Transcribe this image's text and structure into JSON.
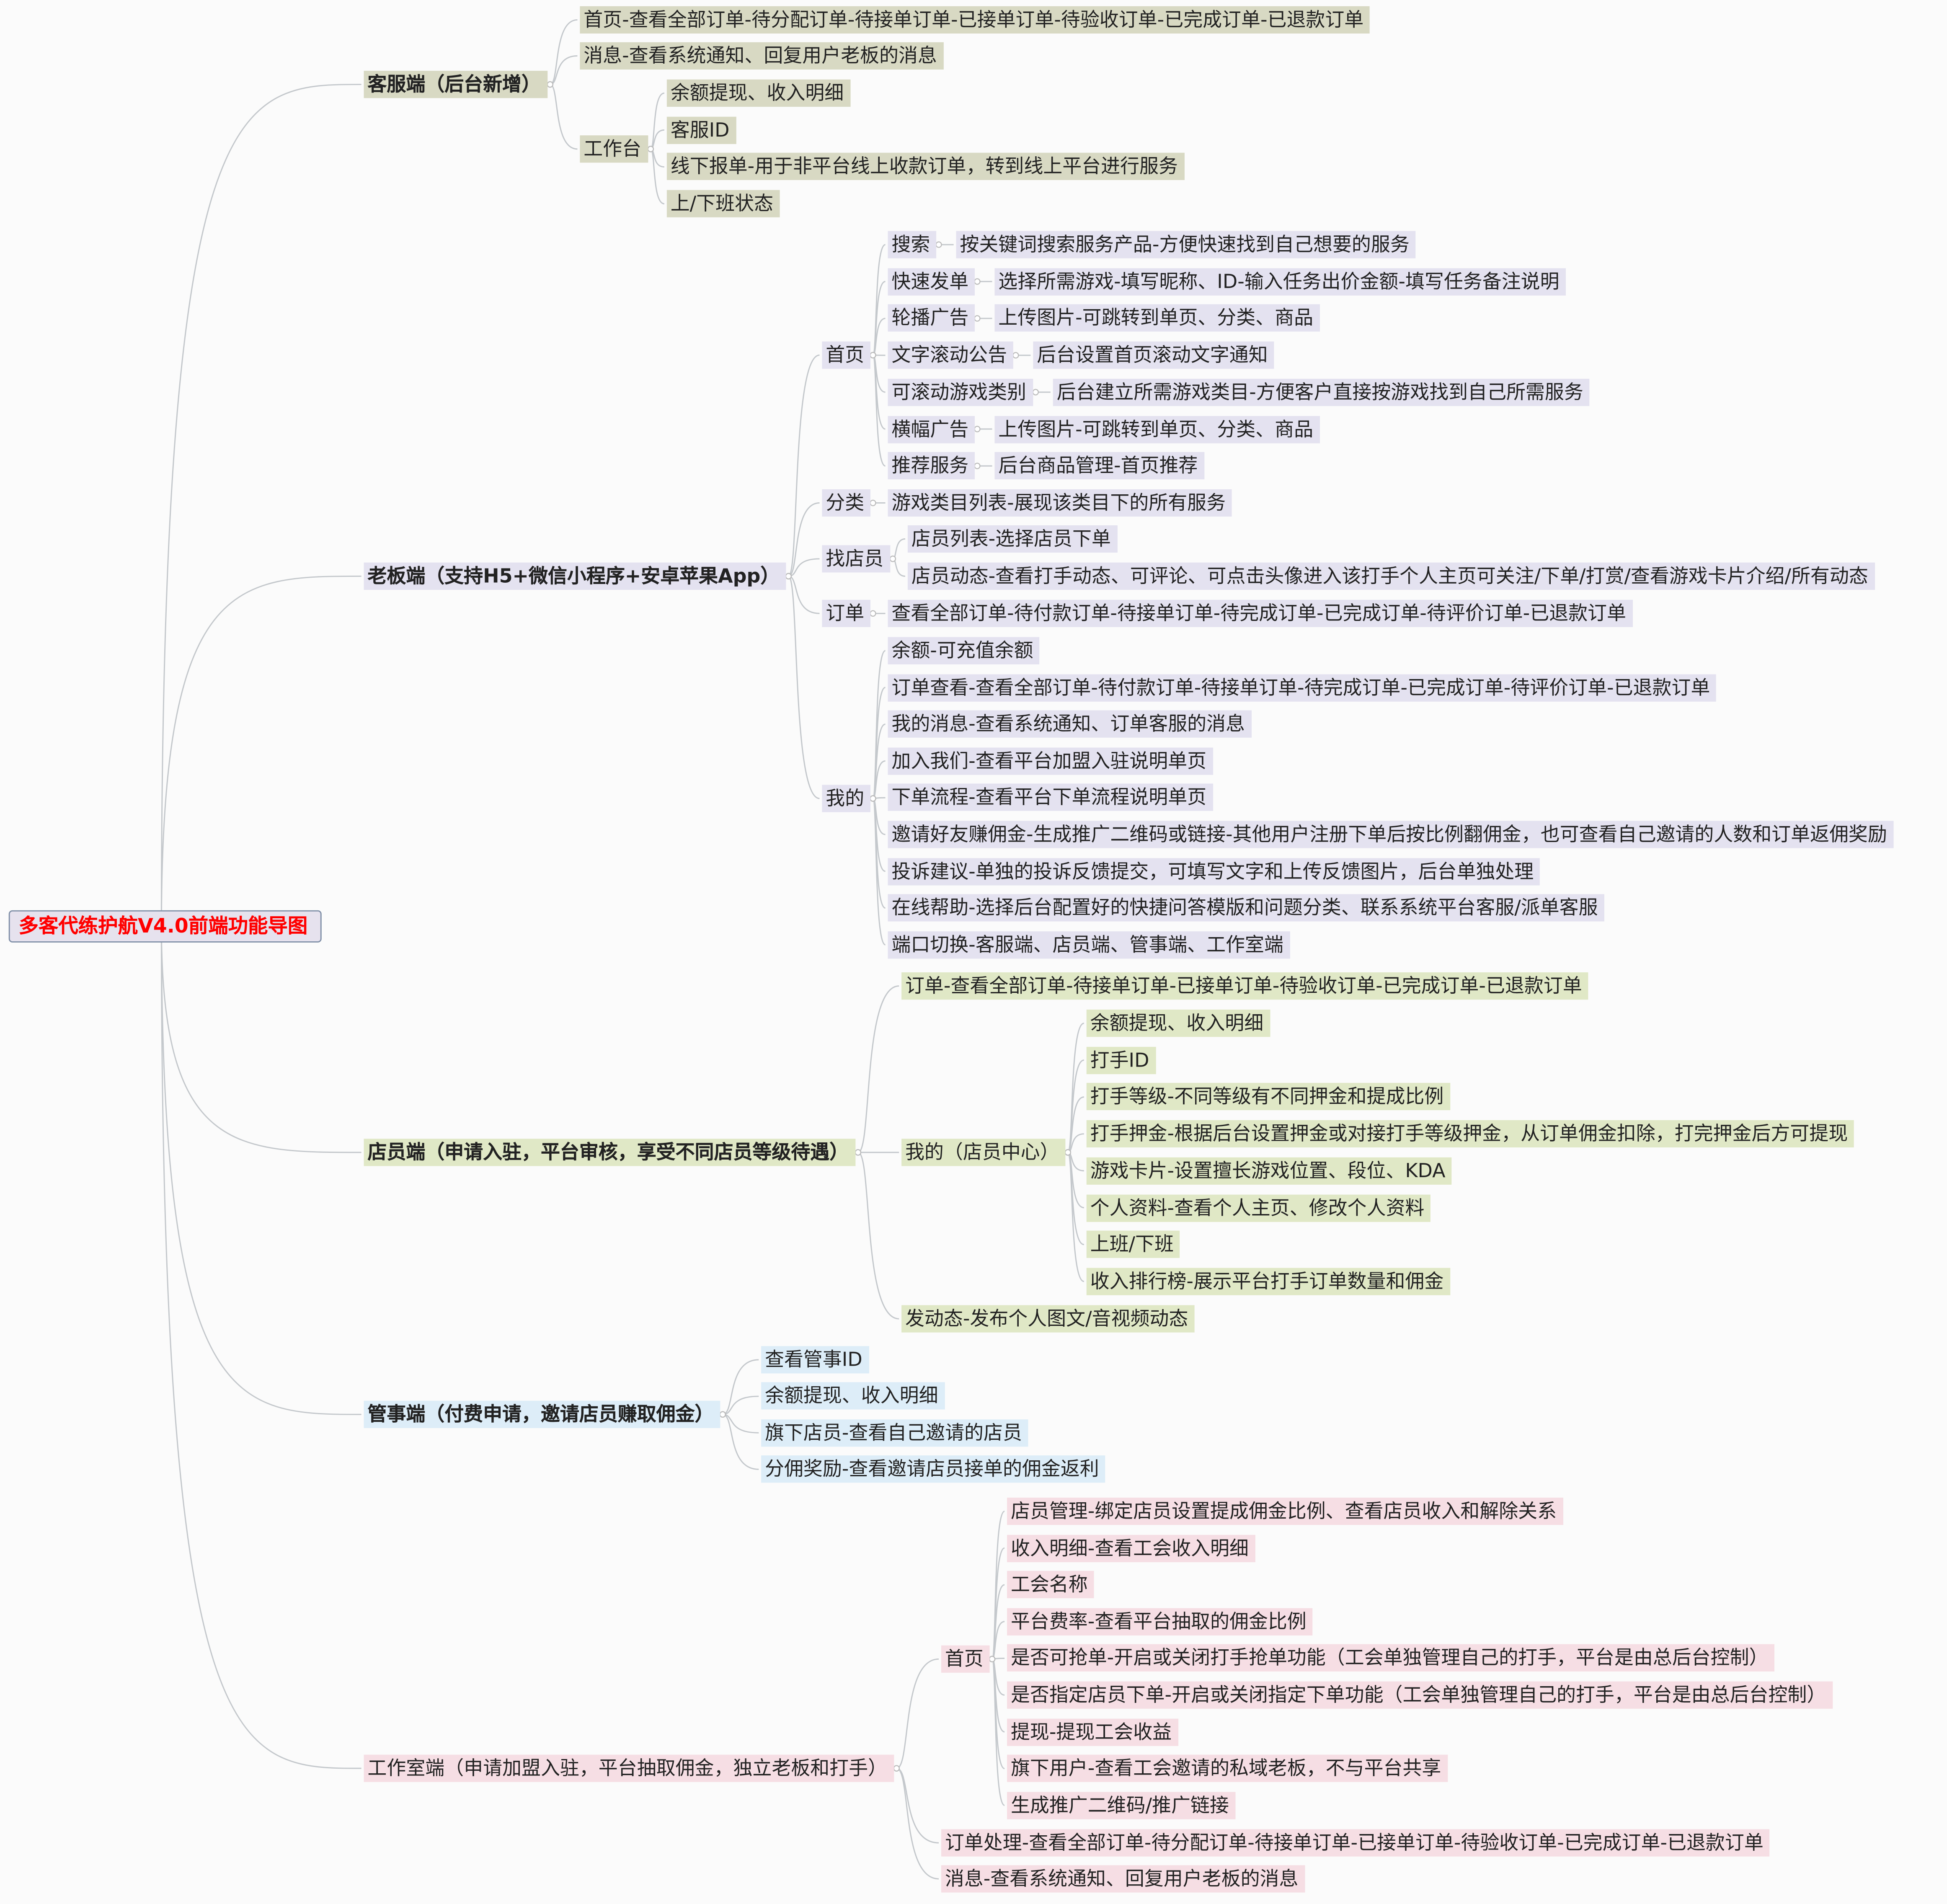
{
  "title": "多客代练护航V4.0前端功能导图",
  "branches": [
    {
      "text": "客服端（后台新增）",
      "bold": true,
      "color": "#d8d9c3",
      "children": [
        {
          "text": "首页-查看全部订单-待分配订单-待接单订单-已接单订单-待验收订单-已完成订单-已退款订单"
        },
        {
          "text": "消息-查看系统通知、回复用户老板的消息"
        },
        {
          "text": "工作台",
          "children": [
            {
              "text": "余额提现、收入明细"
            },
            {
              "text": "客服ID"
            },
            {
              "text": "线下报单-用于非平台线上收款订单，转到线上平台进行服务"
            },
            {
              "text": "上/下班状态"
            }
          ]
        }
      ]
    },
    {
      "text": "老板端（支持H5+微信小程序+安卓苹果App）",
      "bold": true,
      "color": "#e4e2f0",
      "children": [
        {
          "text": "首页",
          "children": [
            {
              "text": "搜索",
              "children": [
                {
                  "text": "按关键词搜索服务产品-方便快速找到自己想要的服务"
                }
              ]
            },
            {
              "text": "快速发单",
              "children": [
                {
                  "text": "选择所需游戏-填写昵称、ID-输入任务出价金额-填写任务备注说明"
                }
              ]
            },
            {
              "text": "轮播广告",
              "children": [
                {
                  "text": "上传图片-可跳转到单页、分类、商品"
                }
              ]
            },
            {
              "text": "文字滚动公告",
              "children": [
                {
                  "text": "后台设置首页滚动文字通知"
                }
              ]
            },
            {
              "text": "可滚动游戏类别",
              "children": [
                {
                  "text": "后台建立所需游戏类目-方便客户直接按游戏找到自己所需服务"
                }
              ]
            },
            {
              "text": "横幅广告",
              "children": [
                {
                  "text": "上传图片-可跳转到单页、分类、商品"
                }
              ]
            },
            {
              "text": "推荐服务",
              "children": [
                {
                  "text": "后台商品管理-首页推荐"
                }
              ]
            }
          ]
        },
        {
          "text": "分类",
          "children": [
            {
              "text": "游戏类目列表-展现该类目下的所有服务"
            }
          ]
        },
        {
          "text": "找店员",
          "children": [
            {
              "text": "店员列表-选择店员下单"
            },
            {
              "text": "店员动态-查看打手动态、可评论、可点击头像进入该打手个人主页可关注/下单/打赏/查看游戏卡片介绍/所有动态"
            }
          ]
        },
        {
          "text": "订单",
          "children": [
            {
              "text": "查看全部订单-待付款订单-待接单订单-待完成订单-已完成订单-待评价订单-已退款订单"
            }
          ]
        },
        {
          "text": "我的",
          "children": [
            {
              "text": "余额-可充值余额"
            },
            {
              "text": "订单查看-查看全部订单-待付款订单-待接单订单-待完成订单-已完成订单-待评价订单-已退款订单"
            },
            {
              "text": "我的消息-查看系统通知、订单客服的消息"
            },
            {
              "text": "加入我们-查看平台加盟入驻说明单页"
            },
            {
              "text": "下单流程-查看平台下单流程说明单页"
            },
            {
              "text": "邀请好友赚佣金-生成推广二维码或链接-其他用户注册下单后按比例翻佣金，也可查看自己邀请的人数和订单返佣奖励"
            },
            {
              "text": "投诉建议-单独的投诉反馈提交，可填写文字和上传反馈图片，后台单独处理"
            },
            {
              "text": "在线帮助-选择后台配置好的快捷问答模版和问题分类、联系系统平台客服/派单客服"
            },
            {
              "text": "端口切换-客服端、店员端、管事端、工作室端"
            }
          ]
        }
      ]
    },
    {
      "text": "店员端（申请入驻，平台审核，享受不同店员等级待遇）",
      "bold": true,
      "color": "#e0e8c6",
      "children": [
        {
          "text": "订单-查看全部订单-待接单订单-已接单订单-待验收订单-已完成订单-已退款订单"
        },
        {
          "text": "我的（店员中心）",
          "children": [
            {
              "text": "余额提现、收入明细"
            },
            {
              "text": "打手ID"
            },
            {
              "text": "打手等级-不同等级有不同押金和提成比例"
            },
            {
              "text": "打手押金-根据后台设置押金或对接打手等级押金，从订单佣金扣除，打完押金后方可提现"
            },
            {
              "text": "游戏卡片-设置擅长游戏位置、段位、KDA"
            },
            {
              "text": "个人资料-查看个人主页、修改个人资料"
            },
            {
              "text": "上班/下班"
            },
            {
              "text": "收入排行榜-展示平台打手订单数量和佣金"
            }
          ]
        },
        {
          "text": "发动态-发布个人图文/音视频动态"
        }
      ]
    },
    {
      "text": "管事端（付费申请，邀请店员赚取佣金）",
      "bold": true,
      "color": "#ddedf8",
      "children": [
        {
          "text": "查看管事ID"
        },
        {
          "text": "余额提现、收入明细"
        },
        {
          "text": "旗下店员-查看自己邀请的店员"
        },
        {
          "text": "分佣奖励-查看邀请店员接单的佣金返利"
        }
      ]
    },
    {
      "text": "工作室端（申请加盟入驻，平台抽取佣金，独立老板和打手）",
      "bold": false,
      "color": "#f6dee4",
      "children": [
        {
          "text": "首页",
          "children": [
            {
              "text": "店员管理-绑定店员设置提成佣金比例、查看店员收入和解除关系"
            },
            {
              "text": "收入明细-查看工会收入明细"
            },
            {
              "text": "工会名称"
            },
            {
              "text": "平台费率-查看平台抽取的佣金比例"
            },
            {
              "text": "是否可抢单-开启或关闭打手抢单功能（工会单独管理自己的打手，平台是由总后台控制）"
            },
            {
              "text": "是否指定店员下单-开启或关闭指定下单功能（工会单独管理自己的打手，平台是由总后台控制）"
            },
            {
              "text": "提现-提现工会收益"
            },
            {
              "text": "旗下用户-查看工会邀请的私域老板，不与平台共享"
            },
            {
              "text": "生成推广二维码/推广链接"
            }
          ]
        },
        {
          "text": "订单处理-查看全部订单-待分配订单-待接单订单-已接单订单-待验收订单-已完成订单-已退款订单"
        },
        {
          "text": "消息-查看系统通知、回复用户老板的消息"
        }
      ]
    }
  ]
}
